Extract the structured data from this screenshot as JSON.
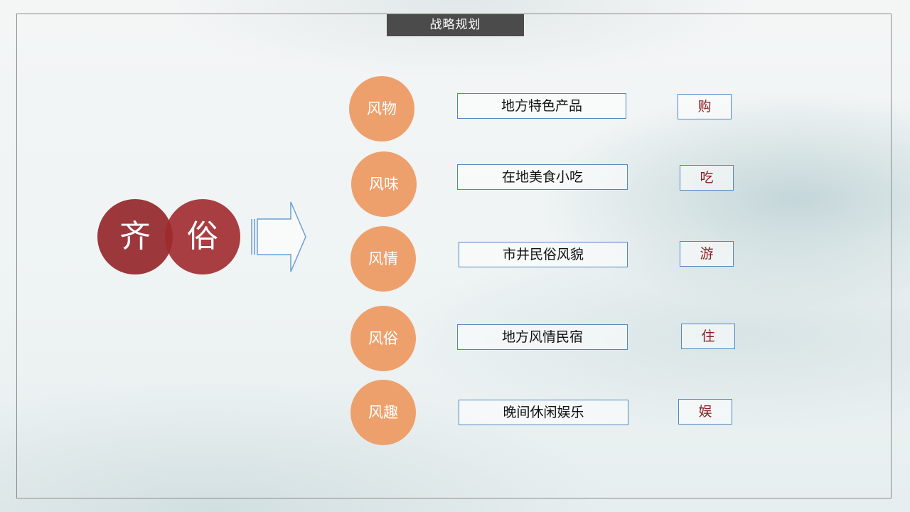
{
  "title": "战略规划",
  "hub": {
    "left": "齐",
    "right": "俗"
  },
  "rows": [
    {
      "circle": "风物",
      "box": "地方特色产品",
      "tag": "购"
    },
    {
      "circle": "风味",
      "box": "在地美食小吃",
      "tag": "吃"
    },
    {
      "circle": "风情",
      "box": "市井民俗风貌",
      "tag": "游"
    },
    {
      "circle": "风俗",
      "box": "地方风情民宿",
      "tag": "住"
    },
    {
      "circle": "风趣",
      "box": "晚间休闲娱乐",
      "tag": "娱"
    }
  ],
  "colors": {
    "hub": "#9b2a2e",
    "circle": "#eea06c",
    "box_border": "#4f87c2",
    "tag_text": "#8a1e22",
    "title_bg": "#4b4b4b"
  }
}
